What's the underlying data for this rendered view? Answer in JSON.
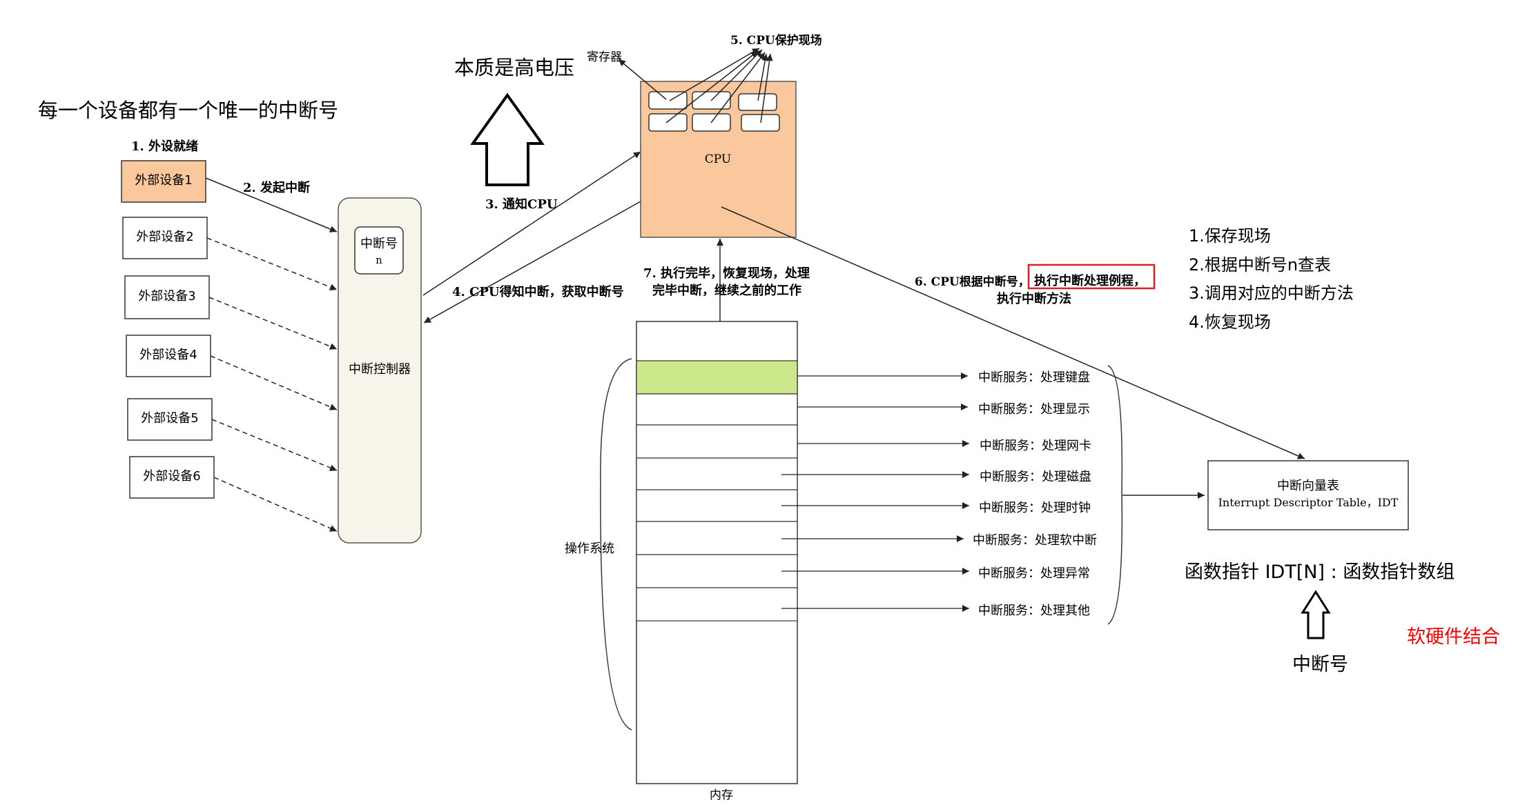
{
  "header_note": "每一个设备都有一个唯一的中断号",
  "essence_note": "本质是高电压",
  "steps": {
    "s1": "1. 外设就绪",
    "s2": "2. 发起中断",
    "s3": "3. 通知CPU",
    "s4": "4. CPU得知中断，获取中断号",
    "s5": "5. CPU保护现场",
    "s6_a": "6. CPU根据中断号，",
    "s6_b": "执行中断处理例程，",
    "s6_c": "执行中断方法",
    "s7_a": "7. 执行完毕，恢复现场，处理",
    "s7_b": "完毕中断，继续之前的工作"
  },
  "devices": [
    "外部设备1",
    "外部设备2",
    "外部设备3",
    "外部设备4",
    "外部设备5",
    "外部设备6"
  ],
  "controller": {
    "label": "中断控制器",
    "irq_label": "中断号",
    "irq_var": "n"
  },
  "cpu": {
    "label": "CPU",
    "register_label": "寄存器"
  },
  "memory": {
    "label": "内存",
    "os_label": "操作系统"
  },
  "services": [
    "中断服务：处理键盘",
    "中断服务：处理显示",
    "中断服务：处理网卡",
    "中断服务：处理磁盘",
    "中断服务：处理时钟",
    "中断服务：处理软中断",
    "中断服务：处理异常",
    "中断服务：处理其他"
  ],
  "idt": {
    "title": "中断向量表",
    "subtitle": "Interrupt Descriptor Table，IDT"
  },
  "steps_summary": [
    "1.保存现场",
    "2.根据中断号n查表",
    "3.调用对应的中断方法",
    "4.恢复现场"
  ],
  "func_pointer_note": "函数指针 IDT[N] : 函数指针数组",
  "irq_arrow_label": "中断号",
  "hw_sw_note": "软硬件结合",
  "colors": {
    "orange": "#fac89c",
    "green": "#cde88a",
    "cream": "#f7f4ea",
    "red": "#ff0000",
    "stroke": "#333333"
  }
}
